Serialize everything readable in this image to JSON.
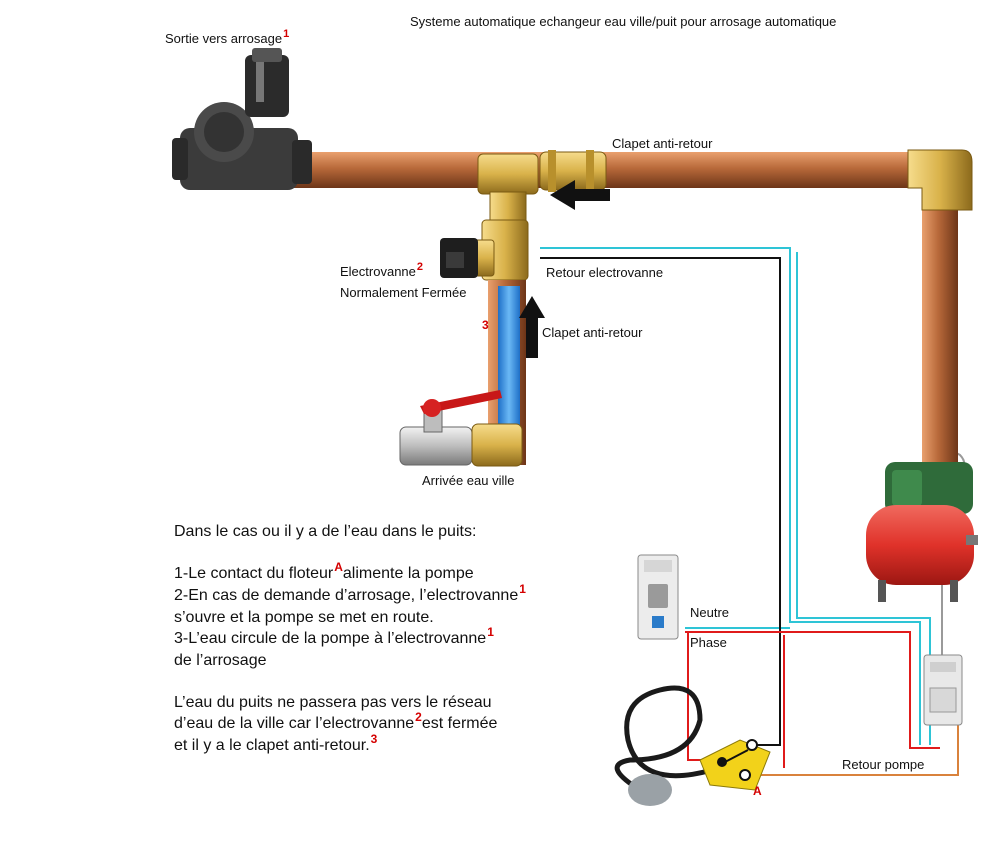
{
  "title": "Systeme automatique echangeur eau ville/puit pour arrosage automatique",
  "labels": {
    "sortie": "Sortie vers arrosage",
    "sortie_ref": "1",
    "clapet_top": "Clapet anti-retour",
    "retour_ev": "Retour electrovanne",
    "ev_line1": "Electrovanne",
    "ev_ref": "2",
    "ev_line2": "Normalement Fermée",
    "clapet_mid_ref": "3",
    "clapet_mid": "Clapet anti-retour",
    "arrivee": "Arrivée eau ville",
    "neutre": "Neutre",
    "phase": "Phase",
    "retour_pompe": "Retour pompe",
    "float_ref": "A"
  },
  "explanation": {
    "heading": "Dans le cas ou il y a de l’eau dans le puits:",
    "line1a": "1-Le contact du floteur",
    "line1_ref": "A",
    "line1b": "alimente la pompe",
    "line2": "2-En cas de demande d’arrosage, l’electrovanne",
    "line2_ref": "1",
    "line3": "s’ouvre et la pompe se met en route.",
    "line4": "3-L’eau circule de la pompe à l’electrovanne",
    "line4_ref": "1",
    "line5": "de l’arrosage",
    "line6": "L’eau du puits ne passera pas vers le réseau",
    "line7a": "d’eau de la ville car l’electrovanne",
    "line7_ref": "2",
    "line7b": "est fermée",
    "line8": "et il y a le clapet anti-retour.",
    "line8_ref": "3"
  },
  "colors": {
    "copper": "#b8693a",
    "brass": "#d9b24a",
    "neutral_wire": "#2ec4d6",
    "phase_wire": "#e01b1b",
    "return_wire": "#111111",
    "pump_return_wire": "#d9823c",
    "tank": "#e0322a",
    "pump": "#2f6b3a",
    "float_switch": "#f2d21a",
    "city_water": "#3a8fe0",
    "ref_red": "#d40000"
  }
}
